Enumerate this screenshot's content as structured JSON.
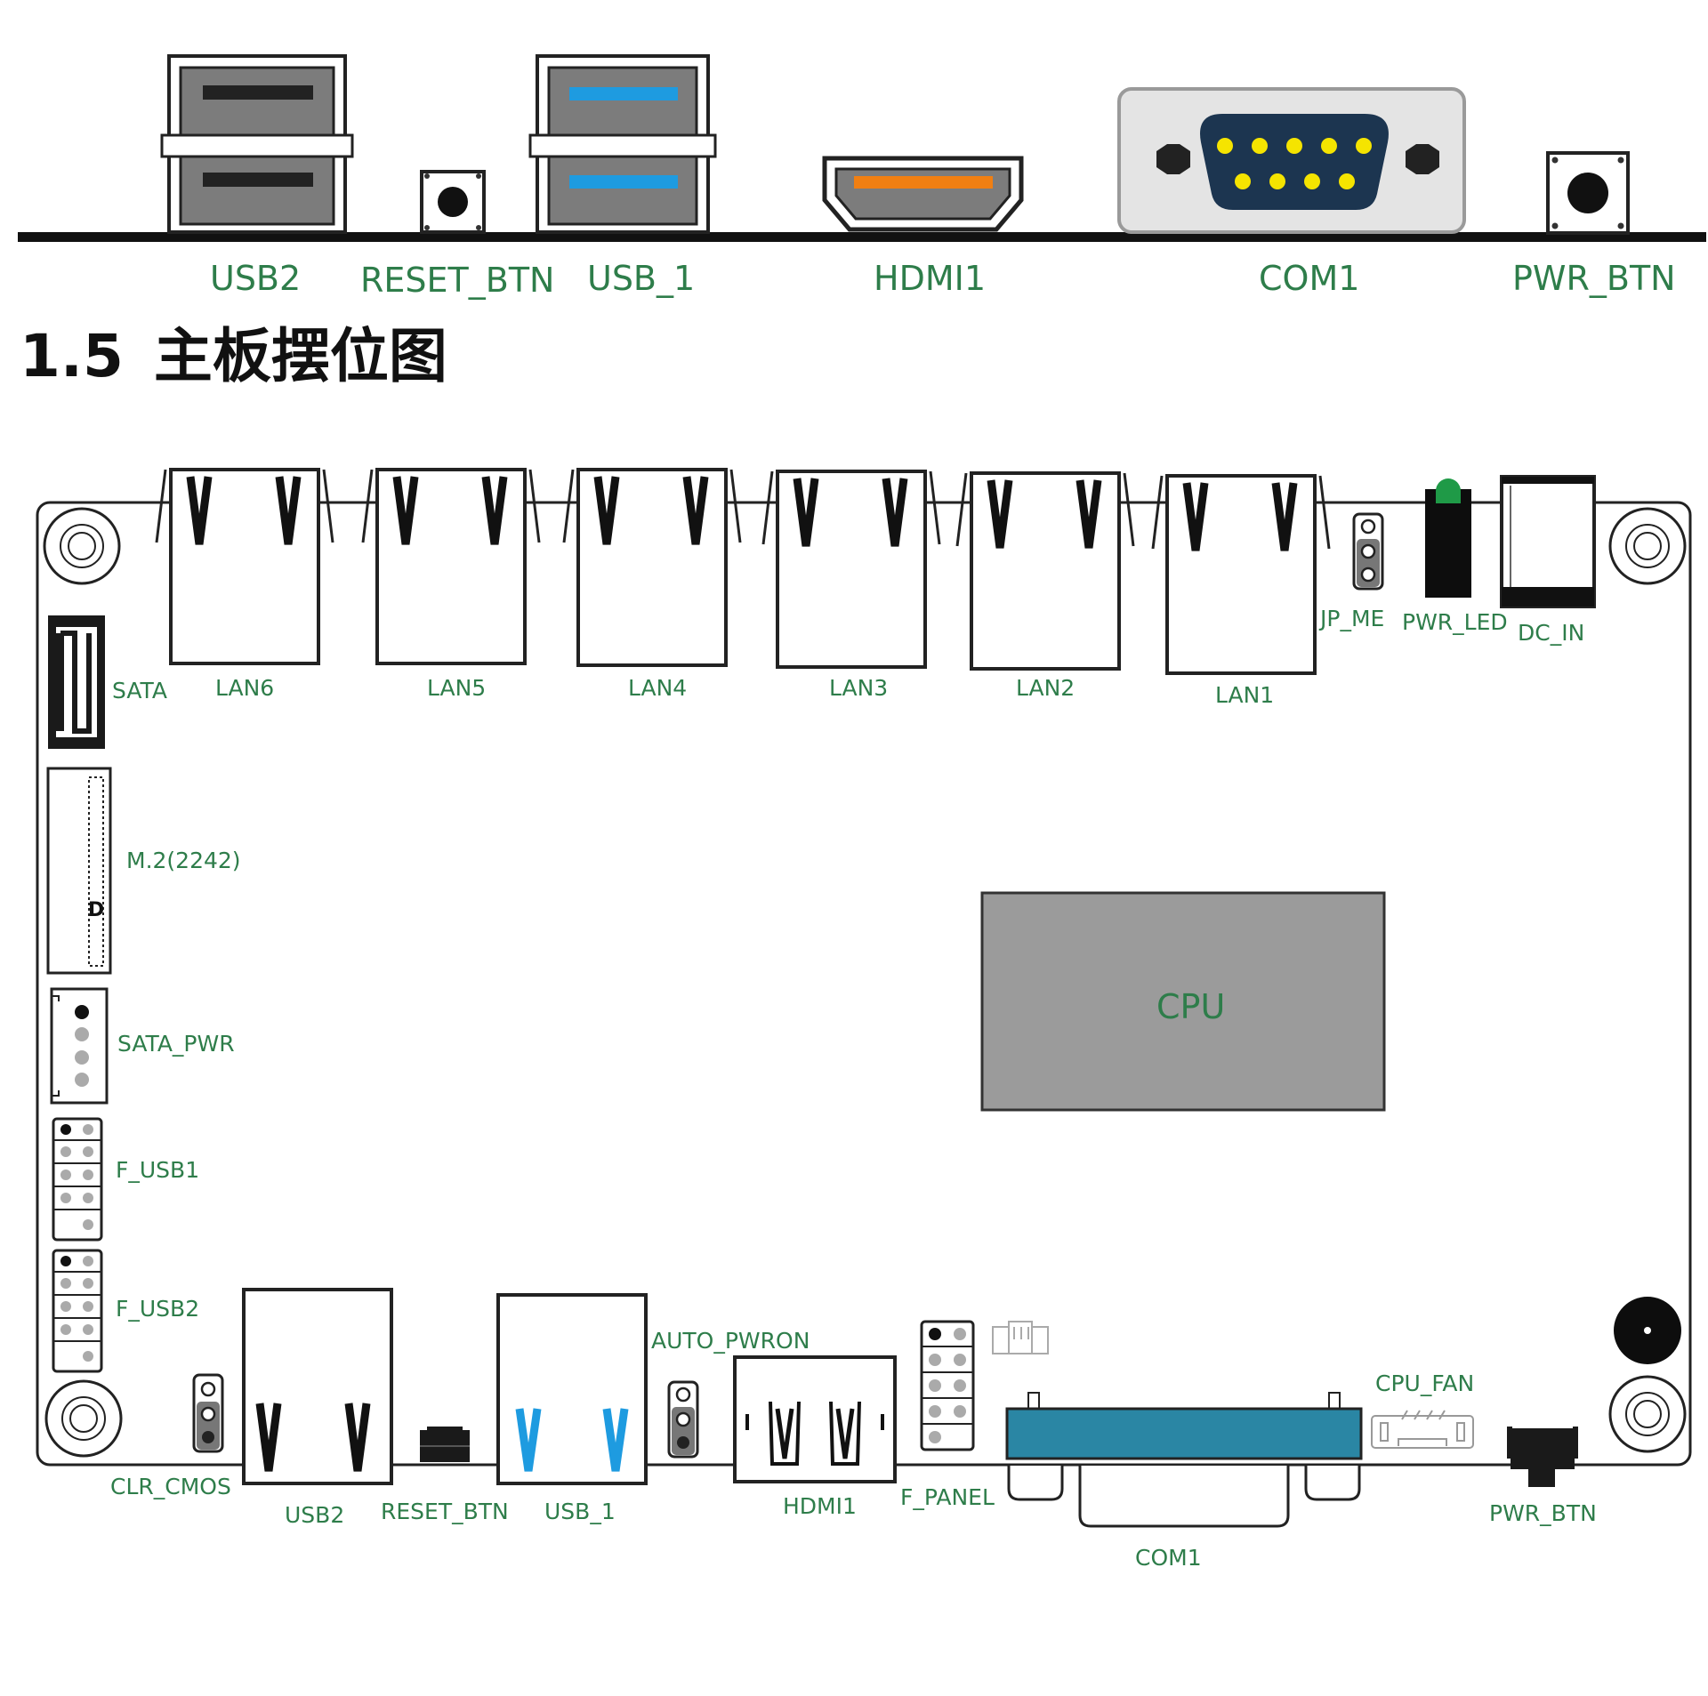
{
  "section": {
    "number": "1.5",
    "title": "主板摆位图"
  },
  "io_panel": {
    "labels": {
      "usb2": "USB2",
      "reset_btn": "RESET_BTN",
      "usb_1": "USB_1",
      "hdmi1": "HDMI1",
      "com1": "COM1",
      "pwr_btn": "PWR_BTN"
    }
  },
  "board": {
    "labels": {
      "sata": "SATA",
      "lan6": "LAN6",
      "lan5": "LAN5",
      "lan4": "LAN4",
      "lan3": "LAN3",
      "lan2": "LAN2",
      "lan1": "LAN1",
      "jp_me": "JP_ME",
      "pwr_led": "PWR_LED",
      "dc_in": "DC_IN",
      "m2": "M.2(2242)",
      "m2_key": "D",
      "sata_pwr": "SATA_PWR",
      "cpu": "CPU",
      "f_usb1": "F_USB1",
      "f_usb2": "F_USB2",
      "auto_pwron": "AUTO_PWRON",
      "cpu_fan": "CPU_FAN",
      "clr_cmos": "CLR_CMOS",
      "usb2": "USB2",
      "reset_btn": "RESET_BTN",
      "usb_1": "USB_1",
      "hdmi1": "HDMI1",
      "f_panel": "F_PANEL",
      "com1": "COM1",
      "pwr_btn": "PWR_BTN"
    }
  },
  "colors": {
    "label_green": "#2e7d4a",
    "usb3_blue": "#1e9be0",
    "hdmi_orange": "#f07f12",
    "com_pin_yellow": "#f5e400",
    "com_body_navy": "#1c3550",
    "com_teal": "#2a86a4",
    "cpu_gray": "#9b9b9b",
    "pwr_led_green": "#1f9a47"
  }
}
